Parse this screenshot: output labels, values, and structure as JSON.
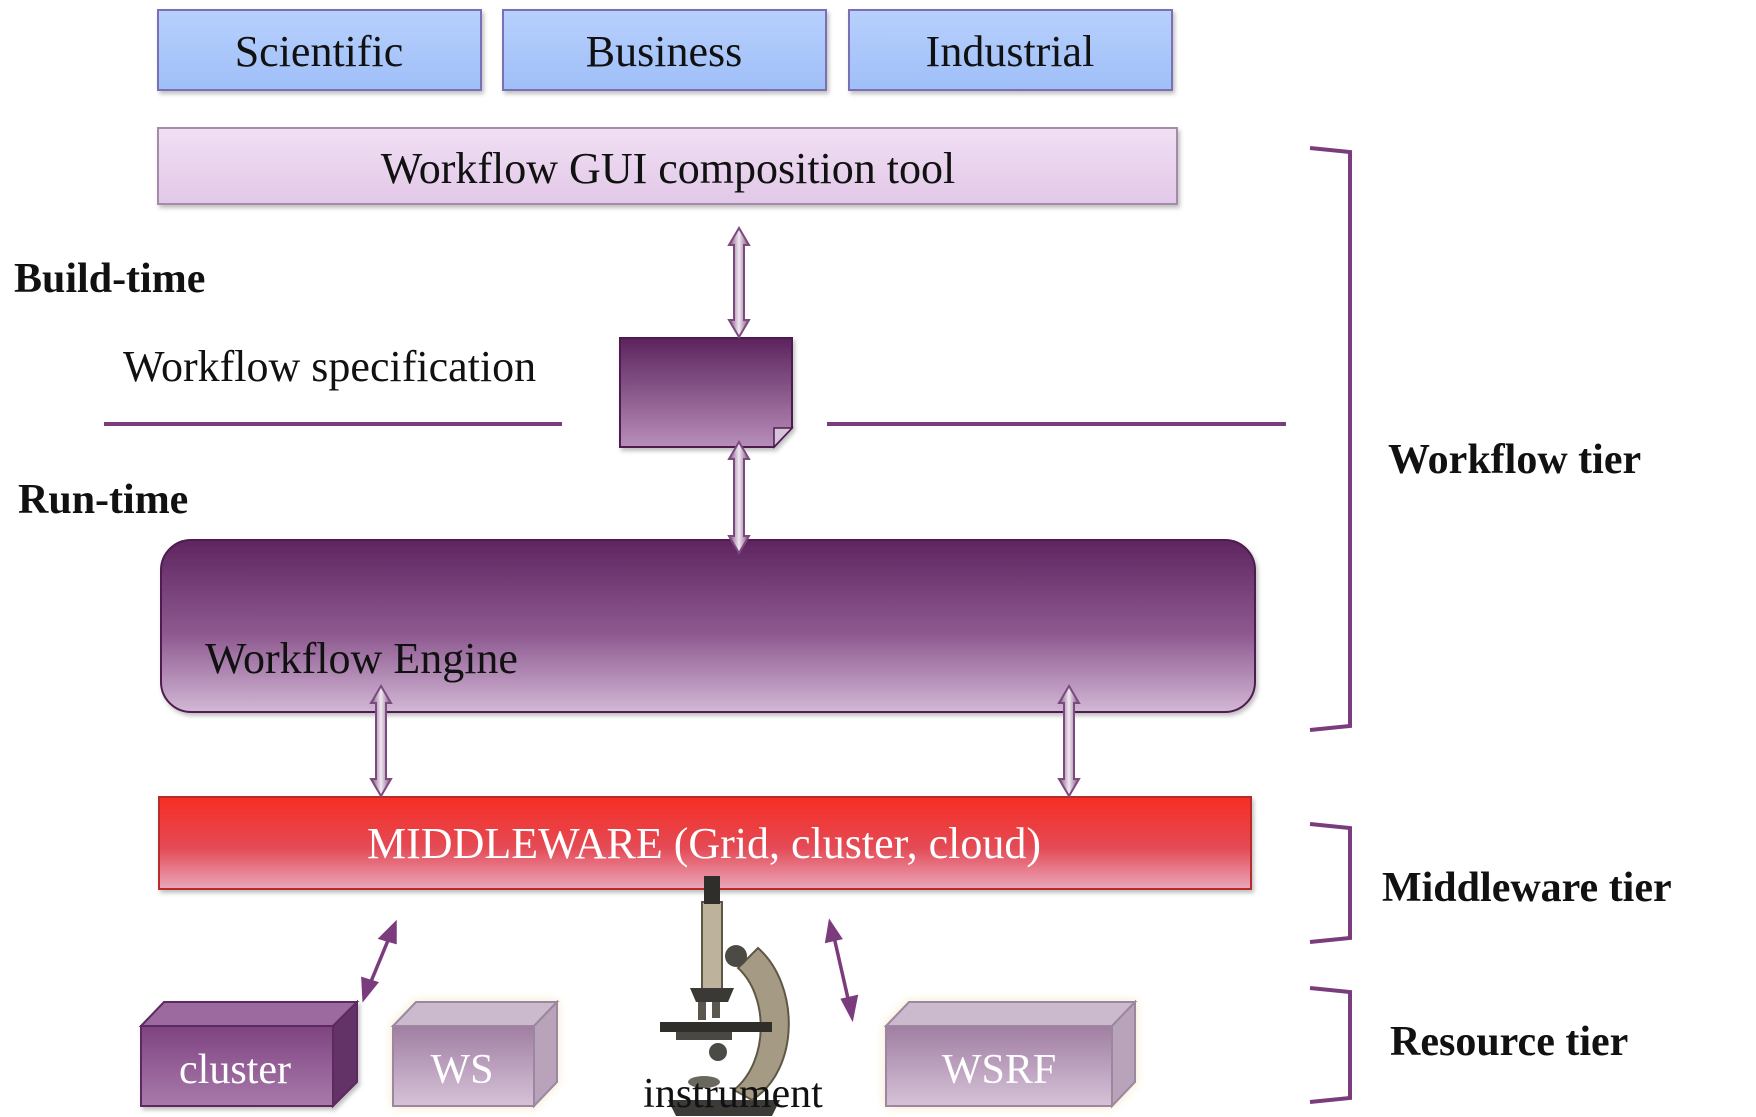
{
  "application_boxes": [
    {
      "label": "Scientific"
    },
    {
      "label": "Business"
    },
    {
      "label": "Industrial"
    }
  ],
  "gui_tool": {
    "label": "Workflow GUI composition tool"
  },
  "phases": {
    "build_time": "Build-time",
    "run_time": "Run-time"
  },
  "workflow_specification": {
    "label": "Workflow specification"
  },
  "workflow_engine": {
    "label": "Workflow Engine"
  },
  "middleware": {
    "label": "MIDDLEWARE (Grid, cluster, cloud)"
  },
  "resources": [
    {
      "label": "cluster"
    },
    {
      "label": "WS"
    },
    {
      "label": "instrument"
    },
    {
      "label": "WSRF"
    }
  ],
  "tiers": [
    {
      "label": "Workflow tier"
    },
    {
      "label": "Middleware tier"
    },
    {
      "label": "Resource tier"
    }
  ],
  "colors": {
    "application_box": "#a9c6fb",
    "gui_tool": "#ead3ee",
    "engine": "#6a2c6b",
    "middleware": "#f7342a",
    "bracket": "#7a3c7c",
    "divider": "#7a3c7c",
    "arrow": "#8a4f8c"
  }
}
